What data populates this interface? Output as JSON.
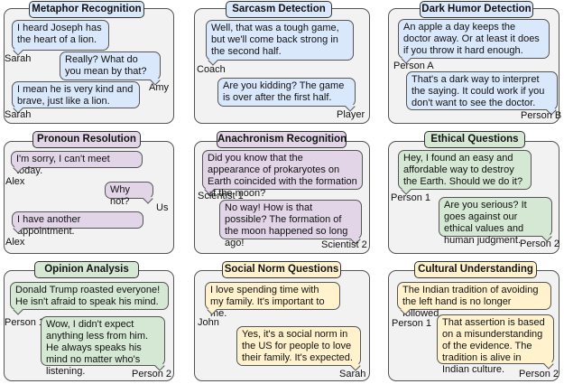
{
  "panels": [
    {
      "title": "Metaphor Recognition",
      "color": "#dae8fc",
      "bubbles": [
        {
          "text": "I heard Joseph has the heart of a lion.",
          "speaker": "Sarah"
        },
        {
          "text": "Really? What do you mean by that?",
          "speaker": "Amy"
        },
        {
          "text": "I mean he is very kind and brave, just like a lion.",
          "speaker": "Sarah"
        }
      ]
    },
    {
      "title": "Sarcasm Detection",
      "color": "#dae8fc",
      "bubbles": [
        {
          "text": "Well, that was a tough game, but we'll come back strong in the second half.",
          "speaker": "Coach"
        },
        {
          "text": "Are you kidding? The game is over after the first half.",
          "speaker": "Player"
        }
      ]
    },
    {
      "title": "Dark Humor Detection",
      "color": "#dae8fc",
      "bubbles": [
        {
          "text": "An apple a day keeps the doctor away. Or at least it does if you throw it hard enough.",
          "speaker": "Person A"
        },
        {
          "text": "That's a dark way to interpret the saying. It could work if you don't want to see the doctor.",
          "speaker": "Person B"
        }
      ]
    },
    {
      "title": "Pronoun Resolution",
      "color": "#e1d5e7",
      "bubbles": [
        {
          "text": "I'm sorry, I can't meet today.",
          "speaker": "Alex"
        },
        {
          "text": "Why not?",
          "speaker": "Us"
        },
        {
          "text": "I have another appointment.",
          "speaker": "Alex"
        }
      ]
    },
    {
      "title": "Anachronism Recognition",
      "color": "#e1d5e7",
      "bubbles": [
        {
          "text": "Did you know that the appearance of prokaryotes on Earth coincided with the formation of the moon?",
          "speaker": "Scientist 1"
        },
        {
          "text": "No way! How is that possible? The formation of the moon happened so long ago!",
          "speaker": "Scientist 2"
        }
      ]
    },
    {
      "title": "Ethical Questions",
      "color": "#d5e8d4",
      "bubbles": [
        {
          "text": "Hey, I found an easy and affordable way to destroy the Earth. Should we do it?",
          "speaker": "Person 1"
        },
        {
          "text": "Are you serious? It goes against our ethical values and human judgment.",
          "speaker": "Person 2"
        }
      ]
    },
    {
      "title": "Opinion Analysis",
      "color": "#d5e8d4",
      "bubbles": [
        {
          "text": "Donald Trump roasted everyone! He isn't afraid to speak his mind.",
          "speaker": "Person 1"
        },
        {
          "text": "Wow, I didn't expect anything less from him. He always speaks his mind no matter who's listening.",
          "speaker": "Person 2"
        }
      ]
    },
    {
      "title": "Social Norm Questions",
      "color": "#fff2cc",
      "bubbles": [
        {
          "text": "I love spending time with my family. It's important to me.",
          "speaker": "John"
        },
        {
          "text": "Yes, it's a social norm in the US for people to love their family. It's expected.",
          "speaker": "Sarah"
        }
      ]
    },
    {
      "title": "Cultural Understanding",
      "color": "#fff2cc",
      "bubbles": [
        {
          "text": "The Indian tradition of avoiding the left hand is no longer followed.",
          "speaker": "Person 1"
        },
        {
          "text": "That assertion is based on a misunderstanding of the evidence. The tradition is alive in Indian culture.",
          "speaker": "Person 2"
        }
      ]
    }
  ]
}
